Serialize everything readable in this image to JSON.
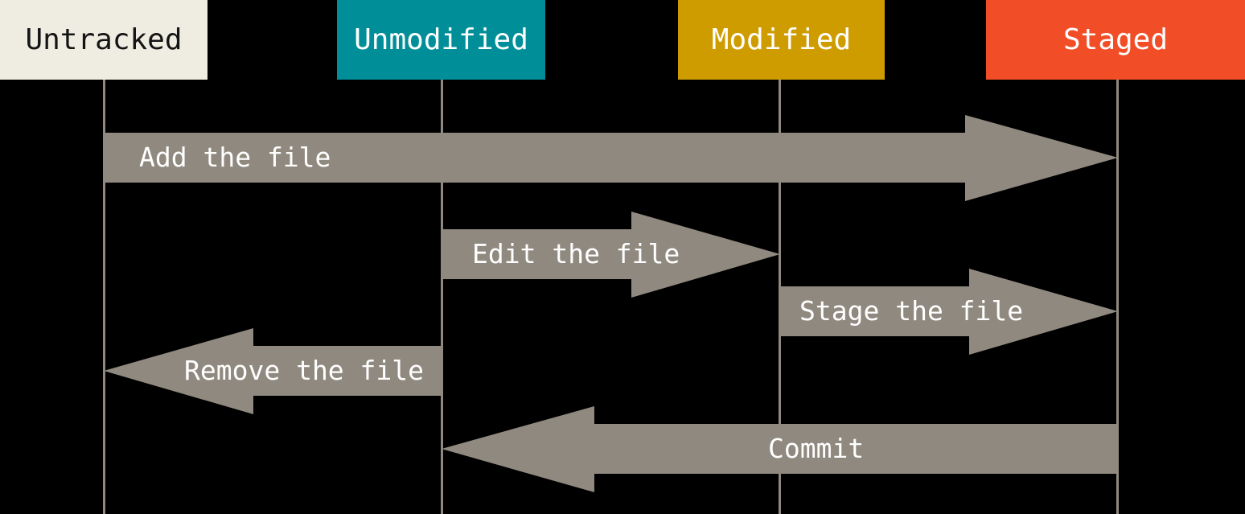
{
  "colors": {
    "background": "#000000",
    "arrow": "#90897f",
    "lifeline": "#90897f",
    "untracked_bg": "#efede2",
    "untracked_text": "#141414",
    "unmodified_bg": "#008f99",
    "modified_bg": "#cf9c00",
    "staged_bg": "#f14e27",
    "box_text": "#ffffff",
    "arrow_text": "#ffffff"
  },
  "states": [
    {
      "label": "Untracked"
    },
    {
      "label": "Unmodified"
    },
    {
      "label": "Modified"
    },
    {
      "label": "Staged"
    }
  ],
  "transitions": [
    {
      "label": "Add the file",
      "from": "Untracked",
      "to": "Staged",
      "direction": "right"
    },
    {
      "label": "Edit the file",
      "from": "Unmodified",
      "to": "Modified",
      "direction": "right"
    },
    {
      "label": "Stage the file",
      "from": "Modified",
      "to": "Staged",
      "direction": "right"
    },
    {
      "label": "Remove the file",
      "from": "Unmodified",
      "to": "Untracked",
      "direction": "left"
    },
    {
      "label": "Commit",
      "from": "Staged",
      "to": "Unmodified",
      "direction": "left"
    }
  ]
}
